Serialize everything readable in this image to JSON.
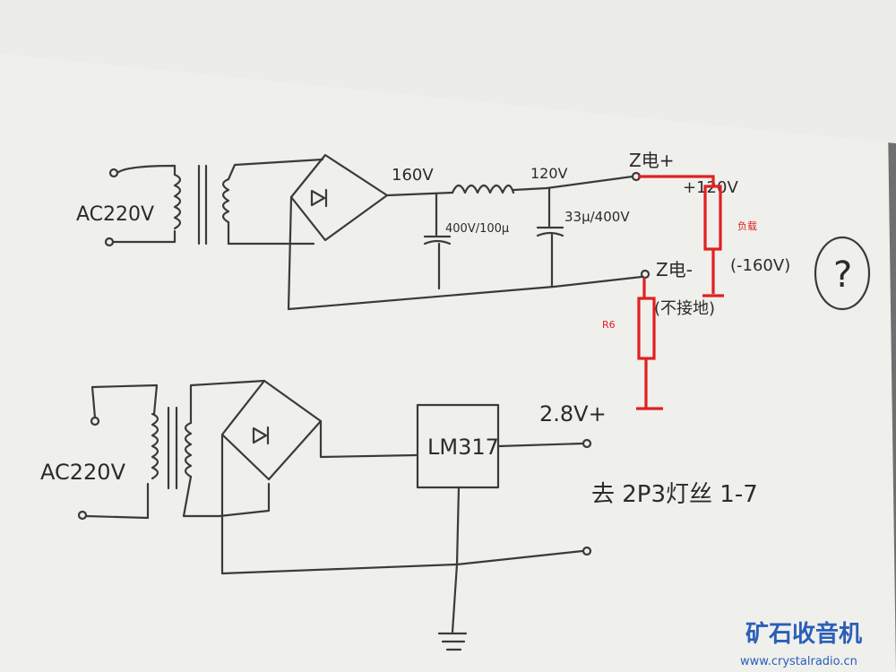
{
  "upper_circuit": {
    "ac_label": "AC220V",
    "rect_voltage": "160V",
    "out_voltage": "120V",
    "cap1": "400V/100µ",
    "cap2": "33µ/400V",
    "plus_terminal": "Z电+",
    "plus_value": "+120V",
    "minus_terminal": "Z电-",
    "minus_value": "(-160V)",
    "minus_note": "(不接地)",
    "question": "?"
  },
  "annotations": {
    "load": "负载",
    "resistor": "R6"
  },
  "lower_circuit": {
    "ac_label": "AC220V",
    "regulator": "LM317",
    "out_voltage": "2.8V+",
    "dest_note": "去 2P3灯丝 1-7"
  },
  "watermark": {
    "title": "矿石收音机",
    "url": "www.crystalradio.cn"
  },
  "colors": {
    "paper": "#f7f7f5",
    "ink": "#2b2b2b",
    "annotation": "#e02020",
    "watermark": "#2a5fb8"
  }
}
